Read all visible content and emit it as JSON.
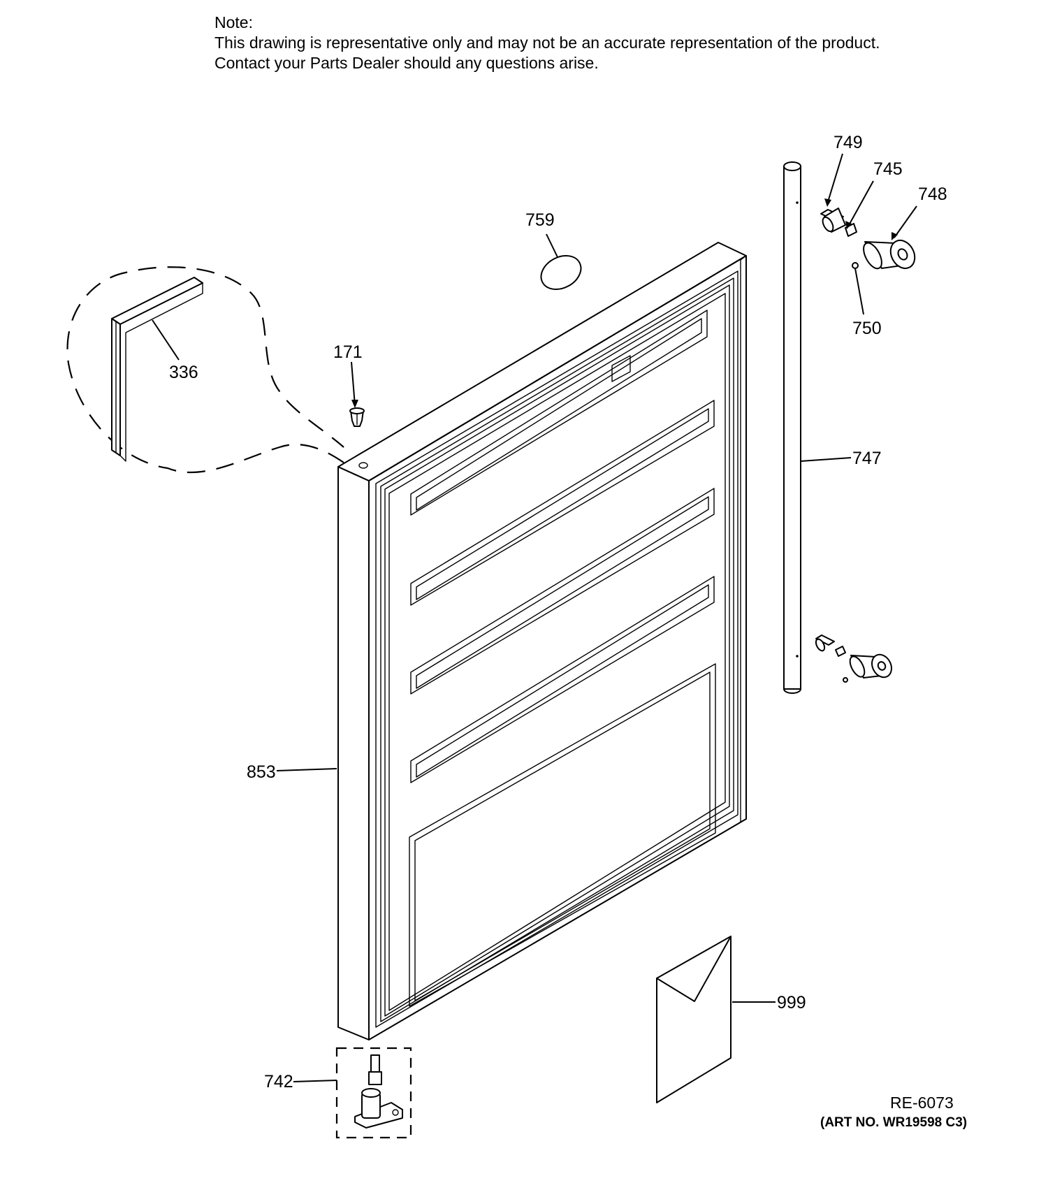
{
  "note": {
    "heading": "Note:",
    "line1": "This drawing is representative only and may not be an accurate representation of the product.",
    "line2": "Contact your Parts Dealer should any questions arise."
  },
  "callouts": {
    "p749": "749",
    "p745": "745",
    "p748": "748",
    "p759": "759",
    "p750": "750",
    "p171": "171",
    "p336": "336",
    "p747": "747",
    "p853": "853",
    "p999": "999",
    "p742": "742"
  },
  "footer": {
    "ref_code": "RE-6073",
    "art_no": "(ART NO. WR19598 C3)"
  }
}
